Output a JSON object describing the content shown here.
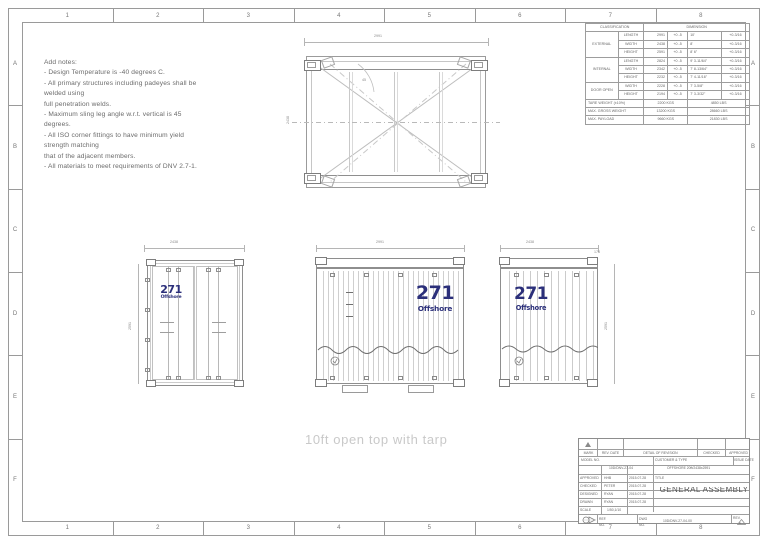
{
  "sheet": {
    "caption": "10ft open top with tarp",
    "zones_top": [
      "1",
      "2",
      "3",
      "4",
      "5",
      "6",
      "7",
      "8"
    ],
    "zones_bottom": [
      "1",
      "2",
      "3",
      "4",
      "5",
      "6",
      "7",
      "8"
    ],
    "zones_left": [
      "A",
      "B",
      "C",
      "D",
      "E",
      "F"
    ],
    "zones_right": [
      "A",
      "B",
      "C",
      "D",
      "E",
      "F"
    ]
  },
  "notes": {
    "heading": "Add notes:",
    "lines": [
      "- Design Temperature is -40 degrees C.",
      "- All primary structures including padeyes shall be",
      "welded using",
      "full penetration welds.",
      "- Maximum sling leg angle w.r.t. vertical is 45",
      "degrees.",
      "- All ISO corner fittings to have minimum yield",
      "strength matching",
      "that of the adjacent members.",
      "- All materials to meet requirements of DNV 2.7-1."
    ]
  },
  "spec_table": {
    "header": {
      "classification": "CLASSIFICATION",
      "dimension": "DIMENSION"
    },
    "groups": [
      {
        "name": "EXTERNAL",
        "rows": [
          {
            "kind": "LENGTH",
            "mm": "2991",
            "tol": "+0  -5",
            "imp": "10'",
            "itol": "+0-3/16"
          },
          {
            "kind": "WIDTH",
            "mm": "2438",
            "tol": "+0  -5",
            "imp": "8'",
            "itol": "+0-3/16"
          },
          {
            "kind": "HEIGHT",
            "mm": "2591",
            "tol": "+0  -5",
            "imp": "8' 6\"",
            "itol": "+0-3/16"
          }
        ]
      },
      {
        "name": "INTERNAL",
        "rows": [
          {
            "kind": "LENGTH",
            "mm": "2824",
            "tol": "+0  -5",
            "imp": "9' 3-11/64\"",
            "itol": "+0-3/16"
          },
          {
            "kind": "WIDTH",
            "mm": "2342",
            "tol": "+0  -5",
            "imp": "7' 8-13/64\"",
            "itol": "+0-3/16"
          },
          {
            "kind": "HEIGHT",
            "mm": "2232",
            "tol": "+0  -5",
            "imp": "7' 4-11/16\"",
            "itol": "+0-3/16"
          }
        ]
      },
      {
        "name": "DOOR OPEN",
        "rows": [
          {
            "kind": "WIDTH",
            "mm": "2228",
            "tol": "+0  -5",
            "imp": "7' 3-5/8\"",
            "itol": "+0-3/16"
          },
          {
            "kind": "HEIGHT",
            "mm": "2194",
            "tol": "+0  -5",
            "imp": "7' 3-3/32\"",
            "itol": "+0-3/16"
          }
        ]
      }
    ],
    "weights": [
      {
        "label": "TARE WEIGHT (±10%)",
        "metric": "2200 KGS",
        "imperial": "4850 LBS"
      },
      {
        "label": "MAX. GROSS WEIGHT",
        "metric": "13200 KGS",
        "imperial": "28660 LBS"
      },
      {
        "label": "MAX. PAYLOAD",
        "metric": "9660 KGS",
        "imperial": "21830 LBS"
      }
    ]
  },
  "views": {
    "plan": {
      "dim_top": "2991",
      "dim_left": "2438",
      "angle_label": "45"
    },
    "door_end": {
      "dim_top": "2438",
      "dim_left": "2591"
    },
    "side": {
      "dim_top": "2991"
    },
    "rear_end": {
      "dim_top": "2438",
      "dim_left": "2591",
      "dim_small": "178"
    },
    "logo": {
      "number": "271",
      "word": "Offshore",
      "color": "#2b2f7a"
    }
  },
  "title_block": {
    "rev_header": {
      "mark": "MARK",
      "rev_date": "REV. DATE",
      "detail": "DETAIL OF REVISION",
      "checked": "CHECKED",
      "approved": "APPROVED"
    },
    "model_label": "MODEL NO.",
    "model_value": "10D/DNV-27-04",
    "customer_label": "CUSTOMER & TYPE",
    "customer_value": "OFFSHORE 20ft/2438x2591",
    "issue_date_label": "ISSUE DATE",
    "rows": [
      {
        "role": "APPROVED",
        "name": "HHB",
        "date": "2015.07.28"
      },
      {
        "role": "CHECKED",
        "name": "PETER",
        "date": "2015.07.28"
      },
      {
        "role": "DESIGNED",
        "name": "RYAN",
        "date": "2015.07.28"
      },
      {
        "role": "DRAWN",
        "name": "RYAN",
        "date": "2015.07.28"
      }
    ],
    "scale_label": "SCALE",
    "scale_value": "1/50,1/10",
    "title_label": "TITLE",
    "title_value": "GENERAL ASSEMBLY",
    "dwg_label": "DWG NO.",
    "dwg_value": "10D/DNV-27-04-00",
    "rev_label": "REV.",
    "rev_value": "A"
  }
}
